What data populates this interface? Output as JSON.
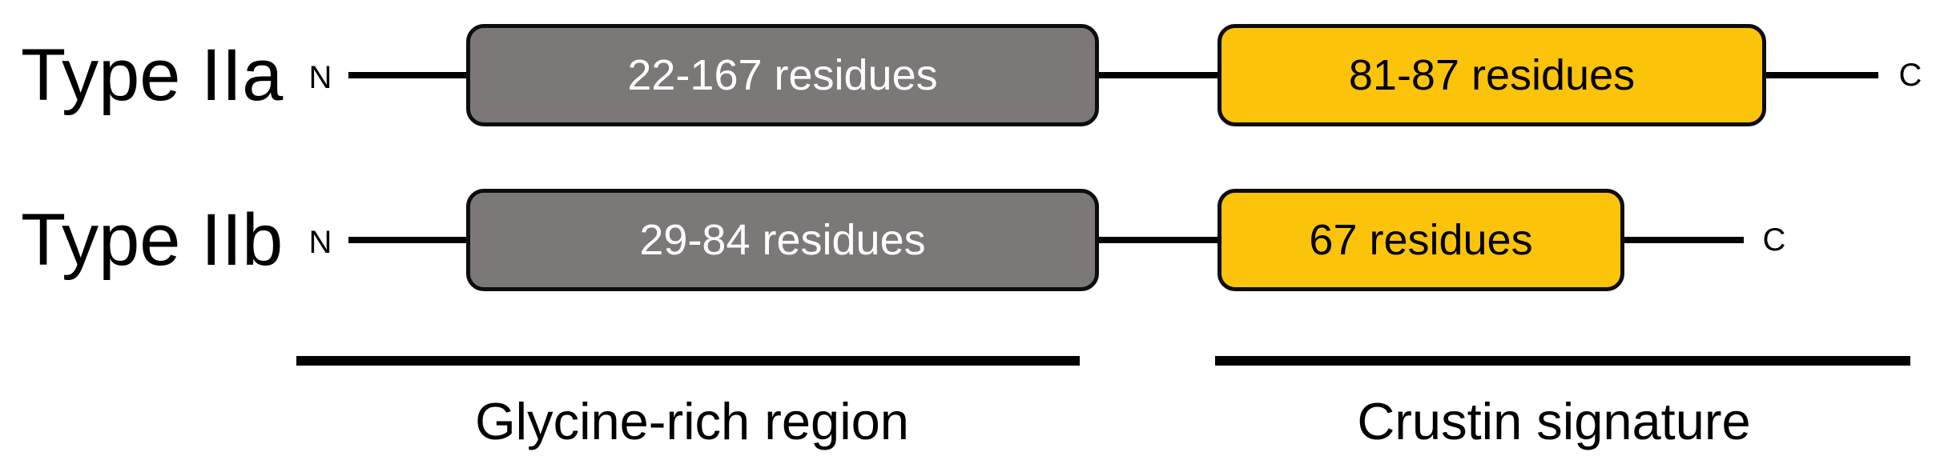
{
  "figure": {
    "description": "Protein domain architecture diagram of crustin types",
    "colors": {
      "background": "#ffffff",
      "glycine_rich_box": "#7c7878",
      "crustin_signature_box": "#fcc30b",
      "box_border": "#0d0d0d",
      "line": "#000000",
      "gray_box_text": "#ffffff",
      "yellow_box_text": "#000000"
    },
    "rows": [
      {
        "label": "Type IIa",
        "n_label": "N",
        "c_label": "C",
        "gray_box": {
          "text": "22-167 residues"
        },
        "yellow_box": {
          "text": "81-87 residues"
        }
      },
      {
        "label": "Type IIb",
        "n_label": "N",
        "c_label": "C",
        "gray_box": {
          "text": "29-84 residues"
        },
        "yellow_box": {
          "text": "67 residues"
        }
      }
    ],
    "regions": [
      {
        "label": "Glycine-rich region"
      },
      {
        "label": "Crustin signature"
      }
    ]
  }
}
